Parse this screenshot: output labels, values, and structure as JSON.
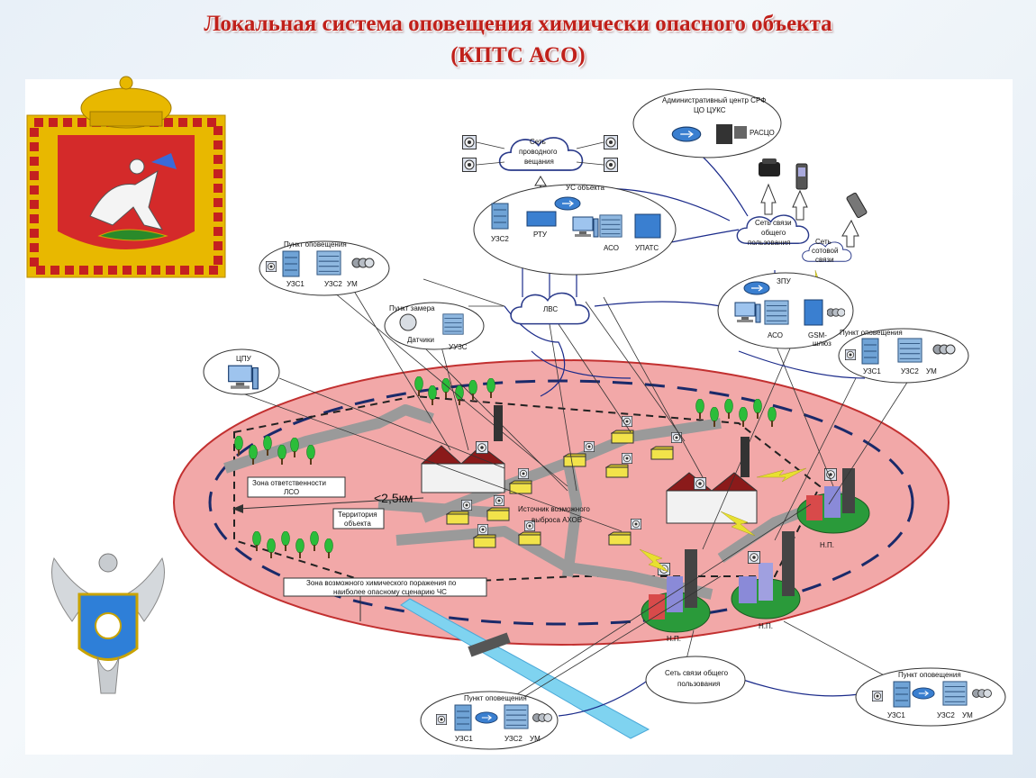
{
  "title": {
    "line1": "Локальная система оповещения химически опасного объекта",
    "line2": "(КПТС АСО)"
  },
  "diagram": {
    "admin_center": {
      "title": "Административный центр СРФ",
      "subtitle": "ЦО ЦУКС",
      "node": "РАСЦО"
    },
    "wired_network": {
      "label": [
        "Сеть",
        "проводного",
        "вещания"
      ]
    },
    "us_object": {
      "title": "УС объекта",
      "nodes": [
        "УЗС2",
        "РТУ",
        "АСО",
        "УПАТС"
      ]
    },
    "public_network": {
      "label": [
        "Сеть связи",
        "общего",
        "пользования"
      ]
    },
    "cellular_network": {
      "label": [
        "Сеть",
        "сотовой",
        "связи"
      ]
    },
    "zpu": {
      "title": "ЗПУ",
      "nodes": [
        "АСО",
        "GSM-",
        "шлюз"
      ]
    },
    "lan": {
      "label": "ЛВС"
    },
    "notify_point_tl": {
      "title": "Пункт оповещения",
      "nodes": [
        "УЗС1",
        "УЗС2",
        "УМ"
      ]
    },
    "notify_point_r": {
      "title": "Пункт оповещения",
      "nodes": [
        "УЗС1",
        "УЗС2",
        "УМ"
      ]
    },
    "notify_point_bl": {
      "title": "Пункт оповещения",
      "nodes": [
        "УЗС1",
        "УЗС2",
        "УМ"
      ]
    },
    "notify_point_br": {
      "title": "Пункт оповещения",
      "nodes": [
        "УЗС1",
        "УЗС2",
        "УМ"
      ]
    },
    "measure_point": {
      "title": "Пункт замера",
      "nodes": [
        "Датчики",
        "УУЗС"
      ]
    },
    "cpu": {
      "label": "ЦПУ"
    },
    "public_network_bottom": {
      "label": [
        "Сеть связи общего",
        "пользования"
      ]
    },
    "zone_responsibility": [
      "Зона ответственности",
      "ЛСО"
    ],
    "distance": "<2,5км",
    "territory": [
      "Территория",
      "объекта"
    ],
    "source": [
      "Источник возможного",
      "выброса АХОВ"
    ],
    "chem_zone": [
      "Зона возможного химического поражения по",
      "наиболее опасному сценарию ЧС"
    ],
    "settlements": [
      "Н.П.",
      "Н.П.",
      "Н.П."
    ]
  },
  "colors": {
    "title": "#c0201a",
    "zone_fill": "#f2a8a8",
    "zone_stroke": "#c23030",
    "road": "#9a9a9a",
    "river": "#7fd3f0"
  },
  "icons": [
    "moscow-region-coat-of-arms-icon",
    "emercom-emblem-icon",
    "loudspeaker-icon",
    "server-icon",
    "router-icon",
    "phone-icon",
    "mobile-phone-icon",
    "tree-icon",
    "factory-icon",
    "cloud-icon"
  ]
}
